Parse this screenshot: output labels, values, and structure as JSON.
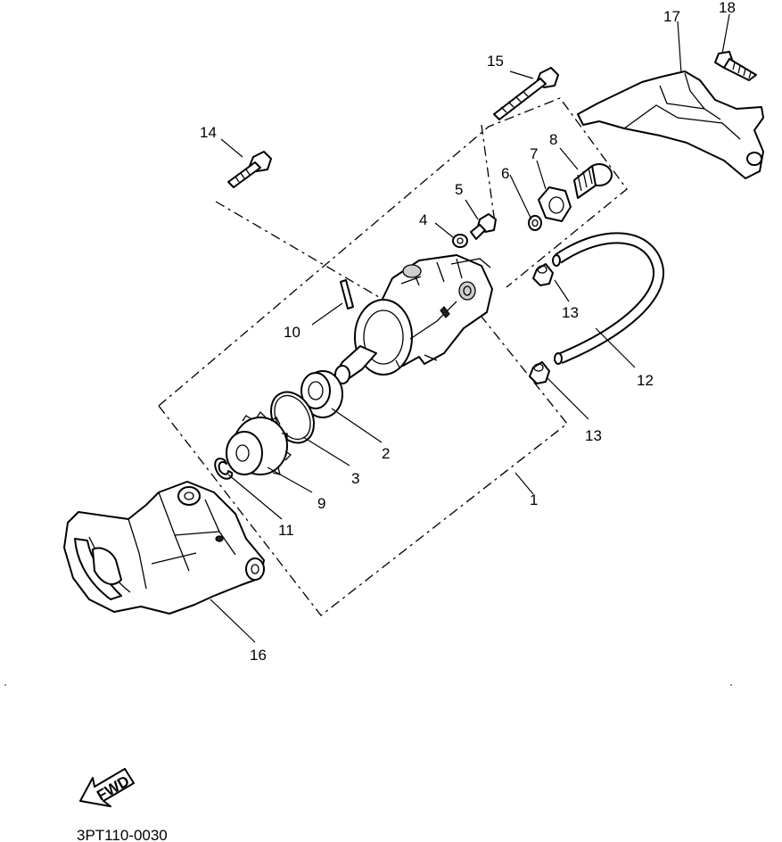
{
  "callouts": {
    "c1": "1",
    "c2": "2",
    "c3": "3",
    "c4": "4",
    "c5": "5",
    "c6": "6",
    "c7": "7",
    "c8": "8",
    "c9": "9",
    "c10": "10",
    "c11": "11",
    "c12": "12",
    "c13a": "13",
    "c13b": "13",
    "c14": "14",
    "c15": "15",
    "c16": "16",
    "c17": "17",
    "c18": "18"
  },
  "fwd_label": "FWD",
  "figure_code": "3PT110-0030",
  "icons": [
    "fwd-arrow-icon"
  ]
}
